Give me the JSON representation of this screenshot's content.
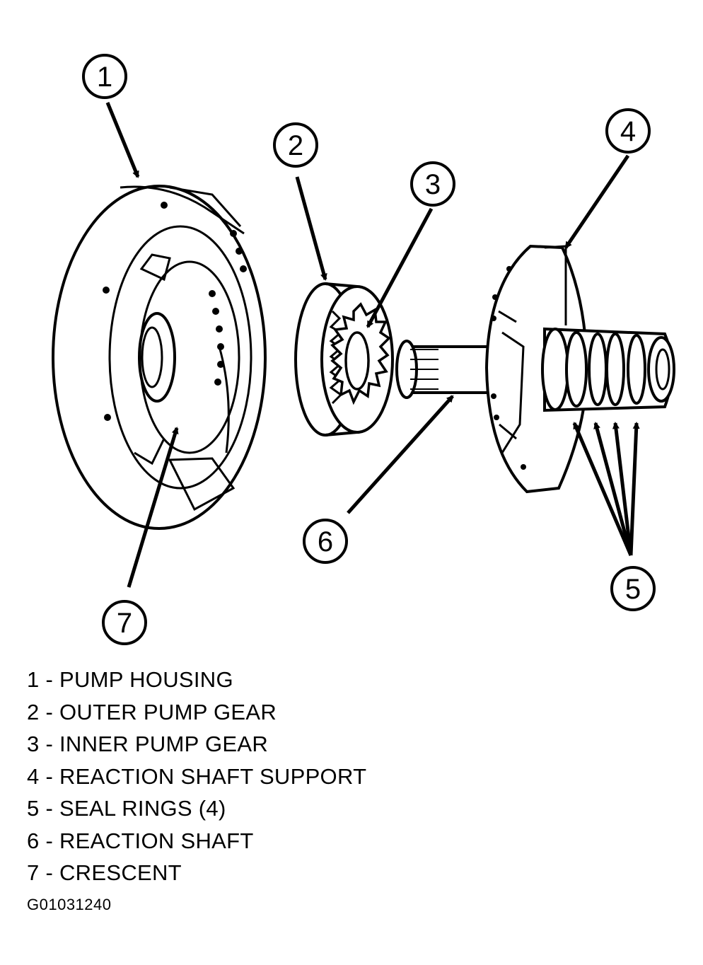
{
  "callouts": [
    {
      "num": "1",
      "label": "PUMP HOUSING"
    },
    {
      "num": "2",
      "label": "OUTER PUMP GEAR"
    },
    {
      "num": "3",
      "label": "INNER PUMP GEAR"
    },
    {
      "num": "4",
      "label": "REACTION SHAFT SUPPORT"
    },
    {
      "num": "5",
      "label": "SEAL RINGS (4)"
    },
    {
      "num": "6",
      "label": "REACTION SHAFT"
    },
    {
      "num": "7",
      "label": "CRESCENT"
    }
  ],
  "legend": [
    "1 - PUMP HOUSING",
    "2 - OUTER PUMP GEAR",
    "3 - INNER PUMP GEAR",
    "4 - REACTION SHAFT SUPPORT",
    "5 - SEAL RINGS (4)",
    "6 - REACTION SHAFT",
    "7 - CRESCENT"
  ],
  "figure_id": "G01031240",
  "colors": {
    "ink": "#000000",
    "paper": "#ffffff"
  }
}
